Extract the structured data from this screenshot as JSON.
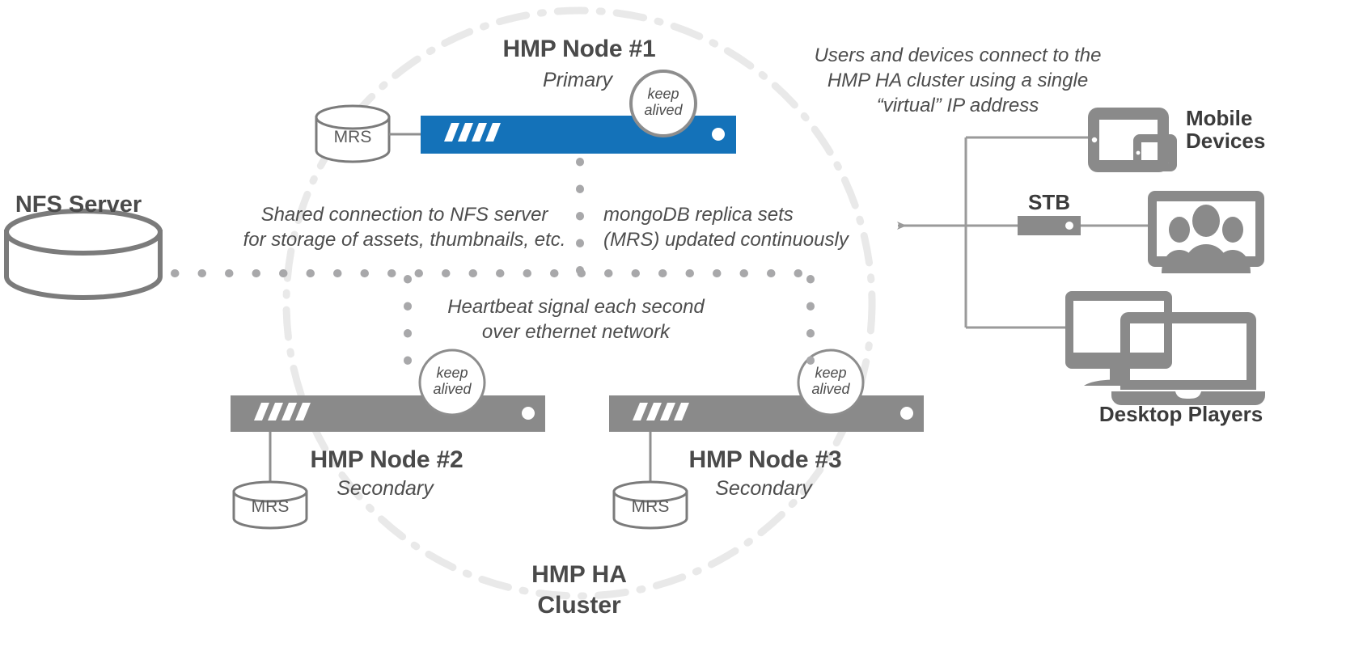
{
  "diagram": {
    "title": "HMP High Availability Cluster Architecture",
    "colors": {
      "primary_blue": "#1472b9",
      "node_gray": "#8a8a8a",
      "text_gray": "#4d4d4d",
      "light_gray": "#e8e8e8",
      "line_gray": "#9a9a9a"
    }
  },
  "nodes": [
    {
      "id": "node1",
      "title": "HMP Node #1",
      "role": "Primary",
      "badge": "keep\nalived",
      "badge_line1": "keep",
      "badge_line2": "alived",
      "db_label": "MRS",
      "state": "primary"
    },
    {
      "id": "node2",
      "title": "HMP Node #2",
      "role": "Secondary",
      "badge_line1": "keep",
      "badge_line2": "alived",
      "db_label": "MRS",
      "state": "secondary"
    },
    {
      "id": "node3",
      "title": "HMP Node #3",
      "role": "Secondary",
      "badge_line1": "keep",
      "badge_line2": "alived",
      "db_label": "MRS",
      "state": "secondary"
    }
  ],
  "storage": {
    "label": "NFS Server"
  },
  "cluster": {
    "label_line1": "HMP HA",
    "label_line2": "Cluster"
  },
  "annotations": {
    "nfs_note_line1": "Shared connection to NFS server",
    "nfs_note_line2": "for storage of assets, thumbnails, etc.",
    "mongo_note_line1": "mongoDB replica sets",
    "mongo_note_line2": "(MRS)  updated continuously",
    "heartbeat_line1": "Heartbeat signal each second",
    "heartbeat_line2": "over ethernet network",
    "clients_line1": "Users and devices connect to the",
    "clients_line2": "HMP HA cluster using a single",
    "clients_line3": "“virtual” IP address"
  },
  "clients": [
    {
      "id": "mobile",
      "label_line1": "Mobile",
      "label_line2": "Devices"
    },
    {
      "id": "stb",
      "label_line1": "STB",
      "label_line2": ""
    },
    {
      "id": "desktop",
      "label_line1": "Desktop Players",
      "label_line2": ""
    }
  ]
}
